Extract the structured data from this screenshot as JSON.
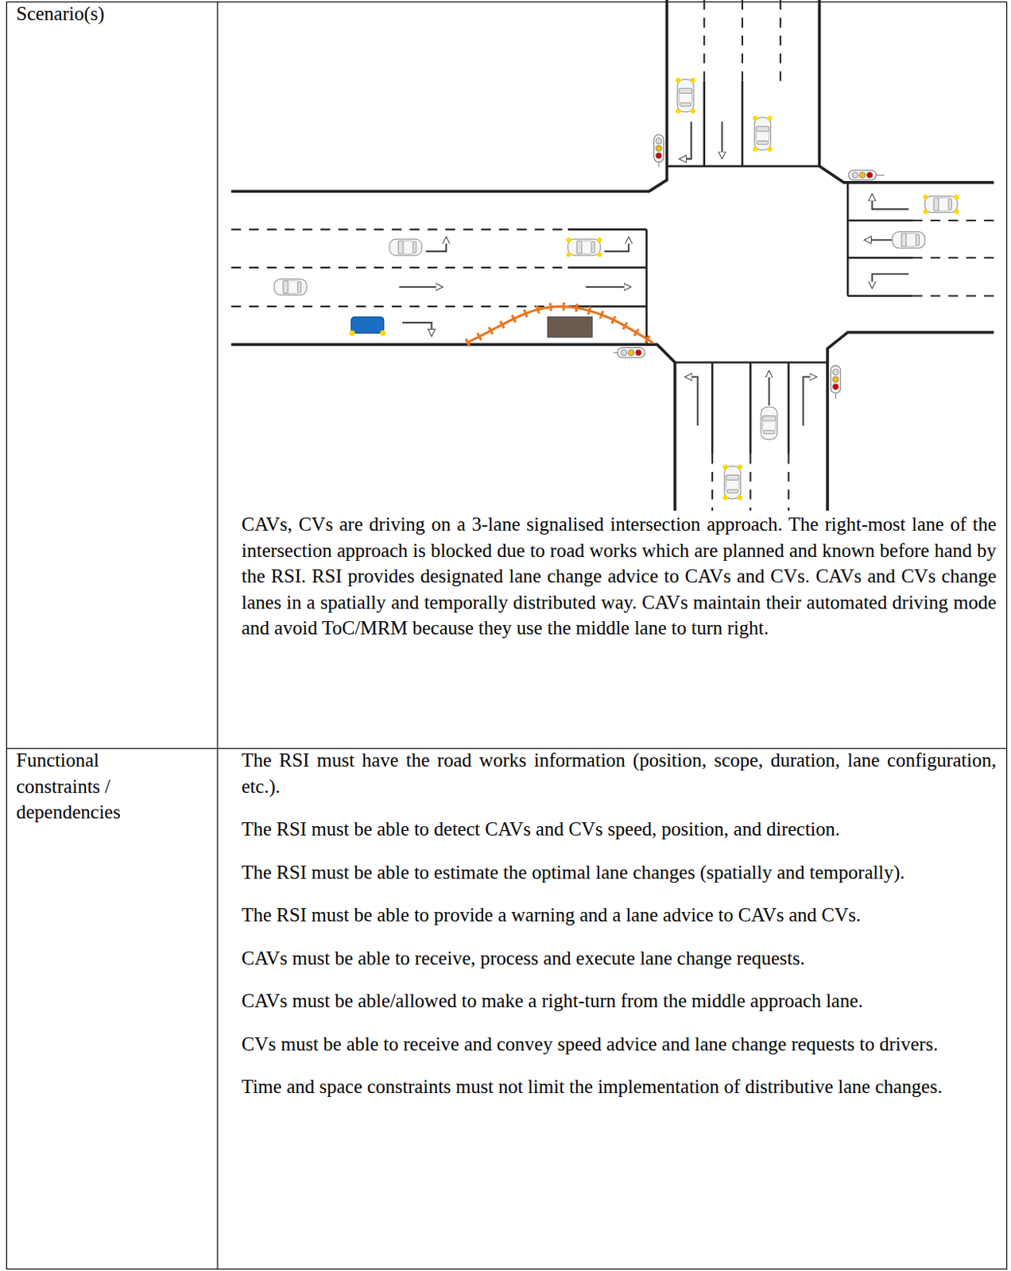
{
  "diagram": {
    "labels": [
      "Scenario(s)",
      "CAVs, CVs are driving on a 3-lane signalised intersection approach. The right-most lane of the intersection approach is blocked due to road works which are planned and known before hand by the RSI. RSI provides designated lane change advice to CAVs and CVs. CAVs and CVs change lanes in a spatially and temporally distributed way. CAVs maintain their automated driving mode and avoid ToC/MRM because they use the middle lane to turn right.",
      "Functional constraints / dependencies",
      "The RSI must have the road works information (position, scope, duration, lane configuration, etc.).",
      "The RSI must be able to detect CAVs and CVs speed, position, and direction.",
      "The RSI must be able to estimate the optimal lane changes (spatially and temporally).",
      "The RSI must be able to provide a warning and a lane advice to CAVs and CVs.",
      "CAVs must be able to receive, process and execute lane change requests.",
      "CAVs must be able/allowed to make a right-turn from the middle approach lane.",
      "CVs must be able to receive and convey speed advice and lane change requests to drivers.",
      "Time and space constraints must not limit the implementation of distributive lane changes."
    ]
  }
}
